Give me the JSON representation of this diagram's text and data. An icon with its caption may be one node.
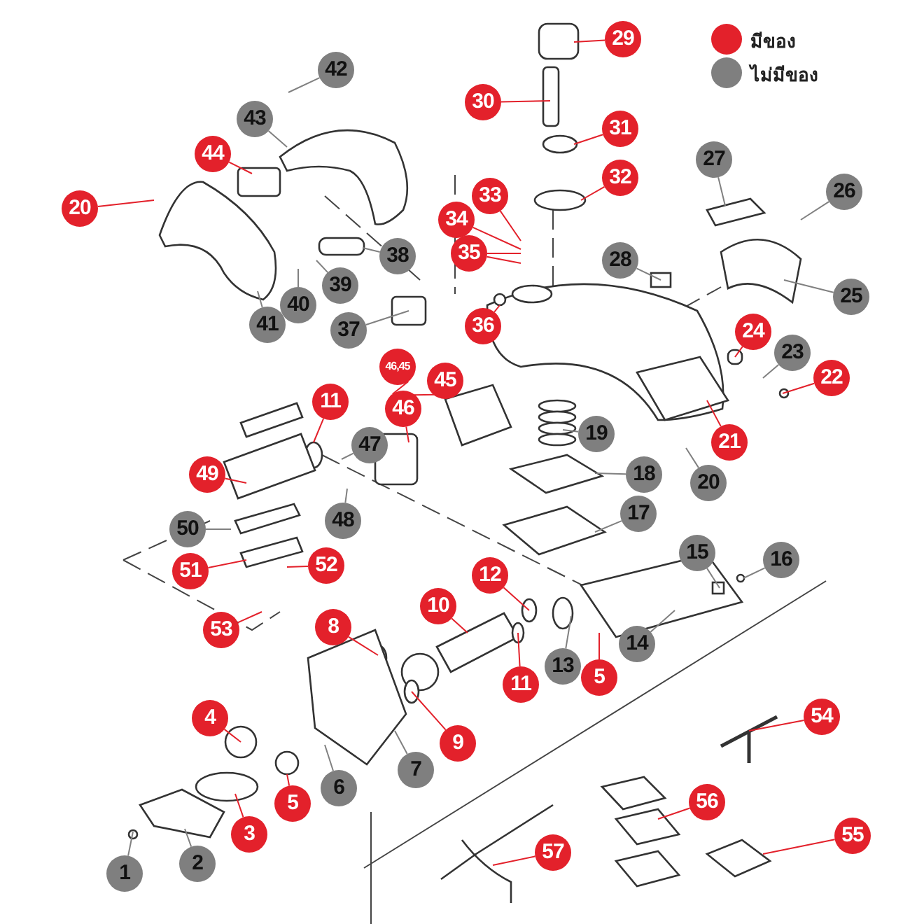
{
  "diagram": {
    "nodes": [
      {
        "text": [
          "29"
        ]
      },
      {
        "text": [
          "30"
        ]
      },
      {
        "text": [
          "31"
        ]
      },
      {
        "text": [
          "32"
        ]
      },
      {
        "text": [
          "42"
        ]
      },
      {
        "text": [
          "43"
        ]
      },
      {
        "text": [
          "44"
        ]
      },
      {
        "text": [
          "20"
        ]
      },
      {
        "text": [
          "27"
        ]
      },
      {
        "text": [
          "26"
        ]
      },
      {
        "text": [
          "33"
        ]
      },
      {
        "text": [
          "34"
        ]
      },
      {
        "text": [
          "35"
        ]
      },
      {
        "text": [
          "28"
        ]
      },
      {
        "text": [
          "25"
        ]
      },
      {
        "text": [
          "38"
        ]
      },
      {
        "text": [
          "39"
        ]
      },
      {
        "text": [
          "40"
        ]
      },
      {
        "text": [
          "41"
        ]
      },
      {
        "text": [
          "37"
        ]
      },
      {
        "text": [
          "36"
        ]
      },
      {
        "text": [
          "24"
        ]
      },
      {
        "text": [
          "23"
        ]
      },
      {
        "text": [
          "22"
        ]
      },
      {
        "text": [
          "21"
        ]
      },
      {
        "text": [
          "46,45"
        ]
      },
      {
        "text": [
          "45"
        ]
      },
      {
        "text": [
          "46"
        ]
      },
      {
        "text": [
          "11"
        ]
      },
      {
        "text": [
          "47"
        ]
      },
      {
        "text": [
          "19"
        ]
      },
      {
        "text": [
          "18"
        ]
      },
      {
        "text": [
          "20"
        ]
      },
      {
        "text": [
          "49"
        ]
      },
      {
        "text": [
          "48"
        ]
      },
      {
        "text": [
          "17"
        ]
      },
      {
        "text": [
          "50"
        ]
      },
      {
        "text": [
          "15"
        ]
      },
      {
        "text": [
          "16"
        ]
      },
      {
        "text": [
          "51"
        ]
      },
      {
        "text": [
          "52"
        ]
      },
      {
        "text": [
          "53"
        ]
      },
      {
        "text": [
          "14"
        ]
      },
      {
        "text": [
          "8"
        ]
      },
      {
        "text": [
          "10"
        ]
      },
      {
        "text": [
          "12"
        ]
      },
      {
        "text": [
          "11"
        ]
      },
      {
        "text": [
          "13"
        ]
      },
      {
        "text": [
          "5"
        ]
      },
      {
        "text": [
          "9"
        ]
      },
      {
        "text": [
          "4"
        ]
      },
      {
        "text": [
          "7"
        ]
      },
      {
        "text": [
          "6"
        ]
      },
      {
        "text": [
          "5"
        ]
      },
      {
        "text": [
          "3"
        ]
      },
      {
        "text": [
          "2"
        ]
      },
      {
        "text": [
          "1"
        ]
      },
      {
        "text": [
          "54"
        ]
      },
      {
        "text": [
          "56"
        ]
      },
      {
        "text": [
          "57"
        ]
      },
      {
        "text": [
          "55"
        ]
      }
    ],
    "edges": [
      {
        "from": 0,
        "to": null,
        "arrow": "none"
      },
      {
        "from": 1,
        "to": null,
        "arrow": "none"
      },
      {
        "from": 2,
        "to": null,
        "arrow": "none"
      },
      {
        "from": 3,
        "to": null,
        "arrow": "none"
      },
      {
        "from": 4,
        "to": null,
        "arrow": "none",
        "color": "#808080"
      },
      {
        "from": 5,
        "to": null,
        "arrow": "none",
        "color": "#808080"
      },
      {
        "from": 6,
        "to": null,
        "arrow": "none"
      },
      {
        "from": 7,
        "to": null,
        "arrow": "none"
      },
      {
        "from": 8,
        "to": null,
        "arrow": "none",
        "color": "#808080"
      },
      {
        "from": 9,
        "to": null,
        "arrow": "none",
        "color": "#808080"
      },
      {
        "from": 10,
        "to": null,
        "arrow": "none"
      },
      {
        "from": 11,
        "to": null,
        "arrow": "none"
      },
      {
        "from": 12,
        "to": null,
        "arrow": "none"
      },
      {
        "from": 12,
        "to": null,
        "arrow": "none"
      },
      {
        "from": 13,
        "to": null,
        "arrow": "none",
        "color": "#808080"
      },
      {
        "from": 14,
        "to": null,
        "arrow": "none",
        "color": "#808080"
      },
      {
        "from": 15,
        "to": null,
        "arrow": "none",
        "color": "#808080"
      },
      {
        "from": 16,
        "to": null,
        "arrow": "none",
        "color": "#808080"
      },
      {
        "from": 17,
        "to": null,
        "arrow": "none",
        "color": "#808080"
      },
      {
        "from": 18,
        "to": null,
        "arrow": "none",
        "color": "#808080"
      },
      {
        "from": 19,
        "to": null,
        "arrow": "none",
        "color": "#808080"
      },
      {
        "from": 20,
        "to": null,
        "arrow": "none"
      },
      {
        "from": 21,
        "to": null,
        "arrow": "none"
      },
      {
        "from": 22,
        "to": null,
        "arrow": "none",
        "color": "#808080"
      },
      {
        "from": 23,
        "to": null,
        "arrow": "none"
      },
      {
        "from": 24,
        "to": null,
        "arrow": "none"
      },
      {
        "from": 25,
        "to": 27,
        "arrow": "none"
      },
      {
        "from": 26,
        "to": 27,
        "arrow": "none"
      },
      {
        "from": 27,
        "to": null,
        "arrow": "none"
      },
      {
        "from": 28,
        "to": null,
        "arrow": "none"
      },
      {
        "from": 29,
        "to": null,
        "arrow": "none",
        "color": "#808080"
      },
      {
        "from": 30,
        "to": null,
        "arrow": "none",
        "color": "#808080"
      },
      {
        "from": 31,
        "to": null,
        "arrow": "none",
        "color": "#808080"
      },
      {
        "from": 32,
        "to": null,
        "arrow": "none",
        "color": "#808080"
      },
      {
        "from": 33,
        "to": null,
        "arrow": "none"
      },
      {
        "from": 34,
        "to": null,
        "arrow": "none",
        "color": "#808080"
      },
      {
        "from": 35,
        "to": null,
        "arrow": "none",
        "color": "#808080"
      },
      {
        "from": 36,
        "to": null,
        "arrow": "none",
        "color": "#808080"
      },
      {
        "from": 37,
        "to": null,
        "arrow": "none",
        "color": "#808080"
      },
      {
        "from": 38,
        "to": null,
        "arrow": "none",
        "color": "#808080"
      },
      {
        "from": 39,
        "to": null,
        "arrow": "none"
      },
      {
        "from": 40,
        "to": null,
        "arrow": "none"
      },
      {
        "from": 41,
        "to": null,
        "arrow": "none"
      },
      {
        "from": 42,
        "to": null,
        "arrow": "none",
        "color": "#808080"
      },
      {
        "from": 43,
        "to": null,
        "arrow": "none"
      },
      {
        "from": 44,
        "to": null,
        "arrow": "none"
      },
      {
        "from": 45,
        "to": null,
        "arrow": "none"
      },
      {
        "from": 46,
        "to": null,
        "arrow": "none"
      },
      {
        "from": 47,
        "to": null,
        "arrow": "none",
        "color": "#808080"
      },
      {
        "from": 48,
        "to": null,
        "arrow": "none"
      },
      {
        "from": 49,
        "to": null,
        "arrow": "none"
      },
      {
        "from": 50,
        "to": null,
        "arrow": "none"
      },
      {
        "from": 51,
        "to": null,
        "arrow": "none",
        "color": "#808080"
      },
      {
        "from": 52,
        "to": null,
        "arrow": "none",
        "color": "#808080"
      },
      {
        "from": 53,
        "to": null,
        "arrow": "none"
      },
      {
        "from": 54,
        "to": null,
        "arrow": "none"
      },
      {
        "from": 55,
        "to": null,
        "arrow": "none",
        "color": "#808080"
      },
      {
        "from": 56,
        "to": null,
        "arrow": "none",
        "color": "#808080"
      },
      {
        "from": 57,
        "to": null,
        "arrow": "none"
      },
      {
        "from": 58,
        "to": null,
        "arrow": "none"
      },
      {
        "from": 59,
        "to": null,
        "arrow": "none"
      },
      {
        "from": 60,
        "to": null,
        "arrow": "none"
      }
    ],
    "legend": [
      {
        "text": "มีของ",
        "color": "#e3212b"
      },
      {
        "text": "ไม่มีของ",
        "color": "#7f7f7f"
      }
    ]
  }
}
